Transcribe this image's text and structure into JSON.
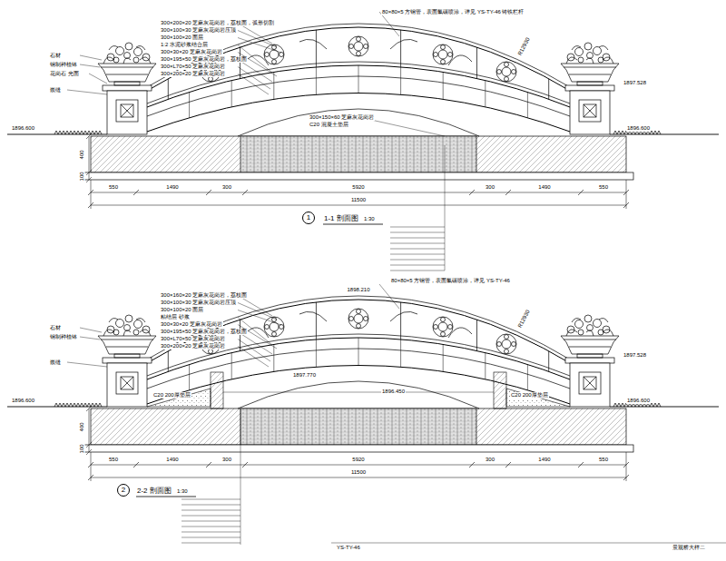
{
  "diagram": {
    "nodes": [
      {
        "text": [
          "1"
        ]
      },
      {
        "text": [
          "2"
        ]
      }
    ],
    "labels": [
      "石材",
      "钢制种植钵",
      "花岗石 光面",
      "嵌缝",
      "300×200×20 芝麻灰花岗岩，荔枝面，弧形切割",
      "300×100×30 芝麻灰花岗岩压顶",
      "300×100×20 面层",
      "1:2 水泥砂浆结合层",
      "300×30×20 芝麻灰花岗岩",
      "300×195×50 芝麻灰花岗岩，荔枝面",
      "300×L70×50 芝麻灰花岗岩",
      "300×200×20 芝麻灰花岗岩",
      "80×80×5 方钢管，表面氟碳喷涂，详见 YS-TY-46 铸铁栏杆",
      "R12930",
      "1897.528",
      "1896.600",
      "1896.600",
      "300×150×60 芝麻灰花岗岩",
      "C20 混凝土垫层",
      "550",
      "1490",
      "300",
      "5920",
      "300",
      "1490",
      "550",
      "11500",
      "400",
      "100",
      "1-1 剖面图",
      "1:30",
      "石材",
      "钢制种植钵",
      "嵌缝",
      "300×160×20 芝麻灰花岗岩，荔枝面",
      "300×100×30 芝麻灰花岗岩压顶",
      "300×100×20 面层",
      "粘结层 砂浆",
      "300×30×20 芝麻灰花岗岩",
      "300×195×50 芝麻灰花岗岩，荔枝面",
      "300×L70×50 芝麻灰花岗岩",
      "300×200×20 芝麻灰花岗岩",
      "1898.210",
      "80×80×5 方钢管，表面氟碳喷涂，详见 YS-TY-46",
      "R12930",
      "1897.528",
      "1896.600",
      "1896.600",
      "1897.770",
      "1896.450",
      "C20 200厚垫层",
      "C20 200厚垫层",
      "550",
      "1490",
      "300",
      "5920",
      "300",
      "1490",
      "550",
      "11500",
      "400",
      "100",
      "2-2 剖面图",
      "1:30",
      "YS-TY-46",
      "景观桥大样二"
    ]
  }
}
